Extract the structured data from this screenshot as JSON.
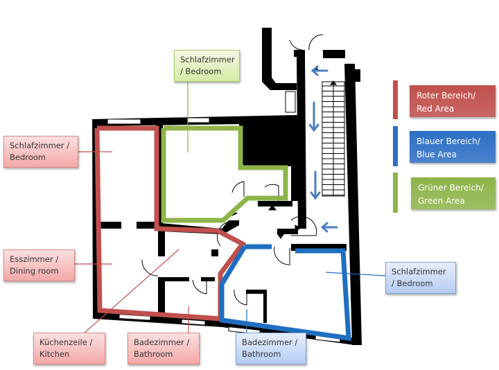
{
  "colors": {
    "red": "#c0504d",
    "blue": "#1f6fc0",
    "green": "#8db44a",
    "wall": "#000000",
    "arrow": "#4a7ec2"
  },
  "legend": [
    {
      "line1": "Roter Bereich/",
      "line2": "Red Area",
      "color": "#c0504d"
    },
    {
      "line1": "Blauer Bereich/",
      "line2": "Blue Area",
      "color": "#2e6fc4"
    },
    {
      "line1": "Grüner Bereich/",
      "line2": "Green Area",
      "color": "#8db44a"
    }
  ],
  "rooms": {
    "red_bedroom": {
      "line1": "Schlafzimmer /",
      "line2": "Bedroom",
      "area": "red"
    },
    "dining": {
      "line1": "Esszimmer /",
      "line2": "Dining room",
      "area": "red"
    },
    "kitchen": {
      "line1": "Küchenzeile /",
      "line2": "Kitchen",
      "area": "red"
    },
    "red_bathroom": {
      "line1": "Badezimmer /",
      "line2": "Bathroom",
      "area": "red"
    },
    "green_bedroom": {
      "line1": "Schlafzimmer",
      "line2": "/ Bedroom",
      "area": "green"
    },
    "blue_bedroom": {
      "line1": "Schlafzimmer",
      "line2": "/ Bedroom",
      "area": "blue"
    },
    "blue_bathroom": {
      "line1": "Badezimmer /",
      "line2": "Bathroom",
      "area": "blue"
    }
  },
  "icons": {
    "flow_arrows": [
      "arrow-left",
      "arrow-down",
      "arrow-down",
      "arrow-left"
    ],
    "stairs": "staircase",
    "doors": "door-swing"
  }
}
